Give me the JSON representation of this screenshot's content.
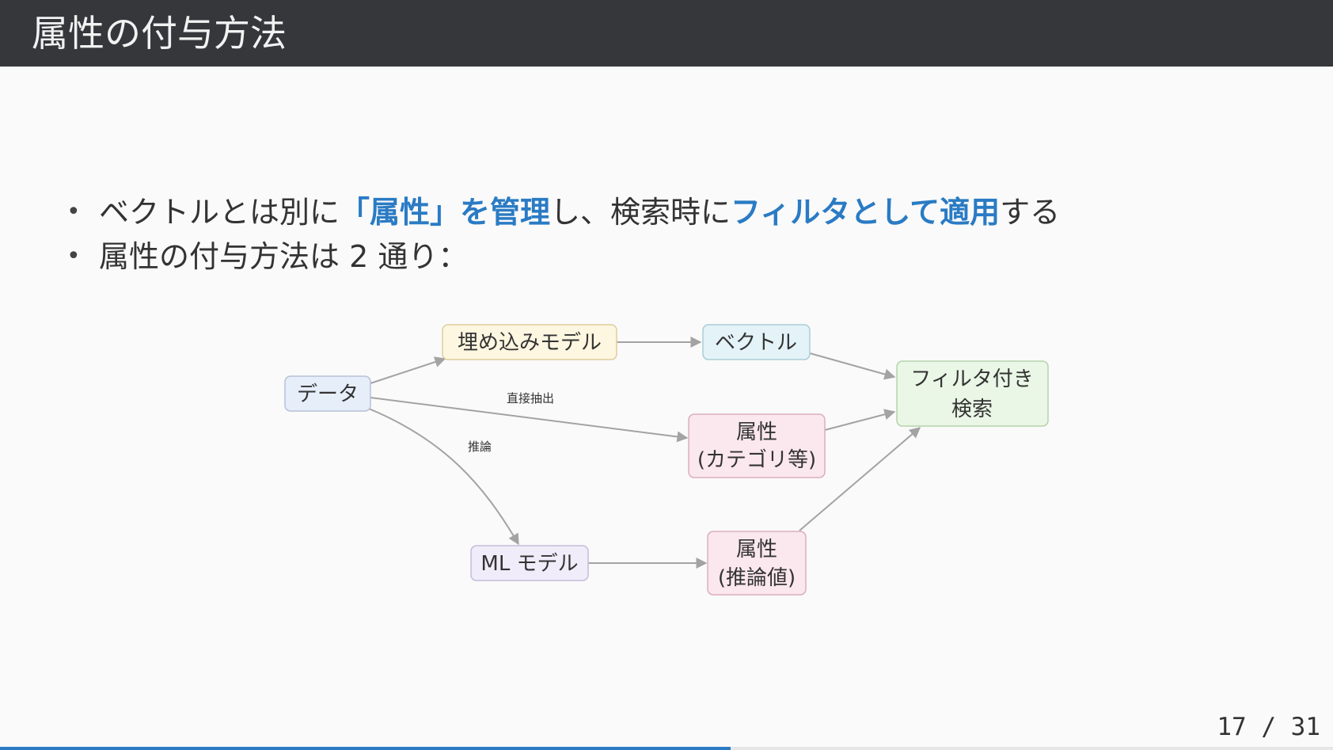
{
  "slide": {
    "title": "属性の付与方法",
    "page_current": "17",
    "page_separator": " / ",
    "page_total": "31",
    "progress": 0.548
  },
  "bullets": [
    {
      "parts": [
        {
          "text": "ベクトルとは別に",
          "hl": false
        },
        {
          "text": "「属性」を管理",
          "hl": true
        },
        {
          "text": "し、検索時に",
          "hl": false
        },
        {
          "text": "フィルタとして適用",
          "hl": true
        },
        {
          "text": "する",
          "hl": false
        }
      ]
    },
    {
      "parts": [
        {
          "text": "属性の付与方法は 2 通り：",
          "hl": false
        }
      ]
    }
  ],
  "colors": {
    "accent": "#2a7bc4",
    "header_bg": "#36373b",
    "edge": "#a3a3a3"
  },
  "diagram": {
    "nodes": {
      "data": {
        "lines": [
          "データ"
        ],
        "fill": "#e6eefa",
        "stroke": "#b6c2d4"
      },
      "embed_model": {
        "lines": [
          "埋め込みモデル"
        ],
        "fill": "#fdf6e0",
        "stroke": "#ddcf9c"
      },
      "vector": {
        "lines": [
          "ベクトル"
        ],
        "fill": "#e3f3f7",
        "stroke": "#a9cdd6"
      },
      "filter_search": {
        "lines": [
          "フィルタ付き",
          "検索"
        ],
        "fill": "#eaf6e6",
        "stroke": "#b5d4ac"
      },
      "attr_category": {
        "lines": [
          "属性",
          "(カテゴリ等)"
        ],
        "fill": "#fbe7ee",
        "stroke": "#dcaebe"
      },
      "ml_model": {
        "lines": [
          "ML モデル"
        ],
        "fill": "#f0ecf9",
        "stroke": "#c4bcdb"
      },
      "attr_inferred": {
        "lines": [
          "属性",
          "(推論値)"
        ],
        "fill": "#fbe7ee",
        "stroke": "#dcaebe"
      }
    },
    "edge_labels": {
      "direct": "直接抽出",
      "infer": "推論"
    }
  }
}
